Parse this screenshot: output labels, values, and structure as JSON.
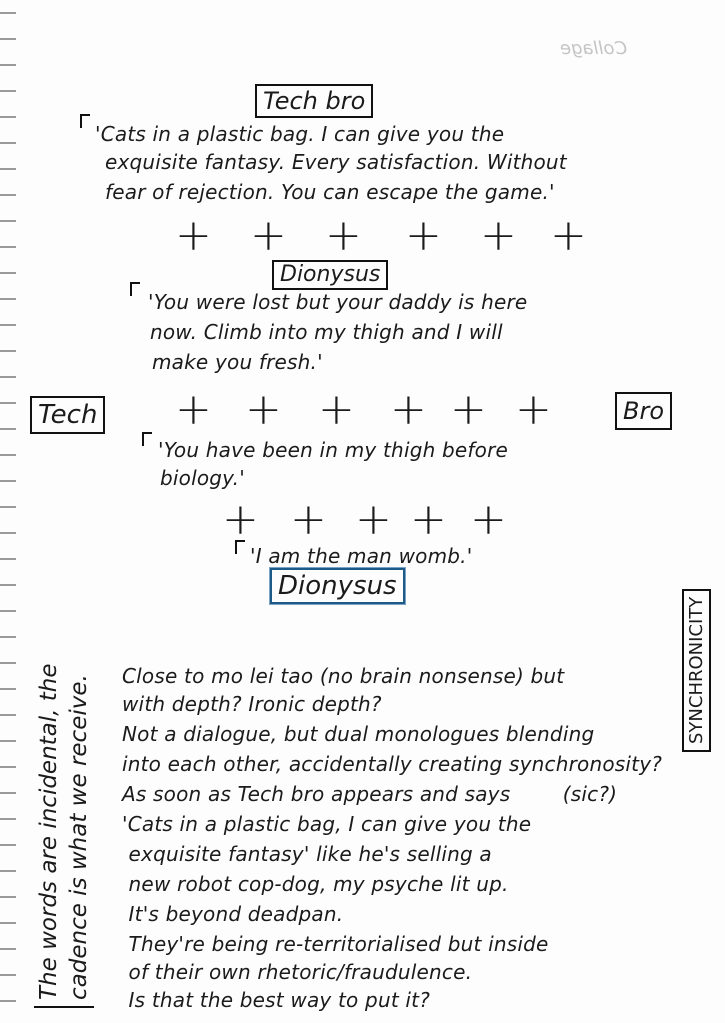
{
  "bleed_through": "Collage",
  "scene1": {
    "speaker": "Tech bro",
    "quote": [
      "'Cats in a plastic bag. I can give you the",
      "exquisite fantasy. Every satisfaction. Without",
      "fear of rejection. You can escape the game.'"
    ]
  },
  "crosses1": [
    "+",
    "+",
    "+",
    "+",
    "+",
    "+"
  ],
  "scene2": {
    "speaker": "Dionysus",
    "quote": [
      "'You were lost but your daddy is here",
      "now. Climb into my thigh and I will",
      "make you fresh.'"
    ]
  },
  "scene3": {
    "speaker_left": "Tech",
    "speaker_right": "Bro",
    "crosses": [
      "+",
      "+",
      "+",
      "+",
      "+",
      "+"
    ],
    "quote": [
      "'You have been in my thigh before",
      "biology.'"
    ]
  },
  "crosses2": [
    "+",
    "+",
    "+",
    "+",
    "+"
  ],
  "scene4": {
    "quote": "'I am the man womb.'",
    "speaker": "Dionysus"
  },
  "side_note_left": [
    "The words are incidental, the",
    "cadence is what we receive."
  ],
  "side_note_right": "SYNCHRONICITY",
  "notes": [
    "Close to mo lei tao (no brain nonsense) but",
    "with depth? Ironic depth?",
    "Not a dialogue, but dual monologues blending",
    "into each other, accidentally creating synchronosity?",
    "As soon as Tech bro appears and says        (sic?)",
    "'Cats in a plastic bag, I can give you the",
    " exquisite fantasy' like he's selling a",
    " new robot cop-dog, my psyche lit up.",
    " It's beyond deadpan.",
    " They're being re-territorialised but inside",
    " of their own rhetoric/fraudulence.",
    " Is that the best way to put it?"
  ]
}
